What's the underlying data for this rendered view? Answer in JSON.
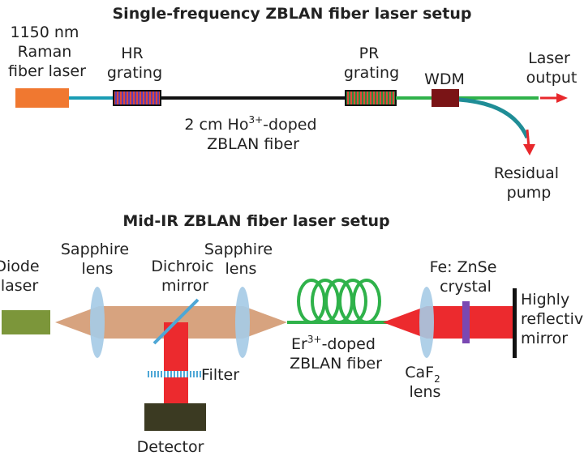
{
  "colors": {
    "text": "#222222",
    "raman_laser": "#f07830",
    "fiber_cyan": "#1a9db4",
    "fiber_black": "#111111",
    "fiber_green": "#2fb24a",
    "grating_blue": "#5a3fb3",
    "grating_green": "#2f8a3a",
    "wdm": "#7a1416",
    "arrow_red": "#e8282c",
    "residual_fiber": "#1f8d96",
    "diode_laser": "#7c963a",
    "pump_beam": "#d7a37f",
    "lens": "#a6cbe6",
    "dichroic": "#4ea7d6",
    "red_beam": "#ec2a2e",
    "detector": "#3b3a22",
    "coil": "#2fb24a",
    "fe_znse": "#7a48b2",
    "mirror": "#111111"
  },
  "top_setup": {
    "title": "Single-frequency ZBLAN fiber laser setup",
    "raman_label": [
      "1150 nm",
      "Raman",
      "fiber laser"
    ],
    "hr_label": [
      "HR",
      "grating"
    ],
    "pr_label": [
      "PR",
      "grating"
    ],
    "wdm_label": "WDM",
    "output_label": [
      "Laser",
      "output"
    ],
    "fiber_label_prefix": "2 cm Ho",
    "fiber_label_sup": "3+",
    "fiber_label_suffix": "-doped",
    "fiber_label_line2": "ZBLAN fiber",
    "residual_label": [
      "Residual",
      "pump"
    ]
  },
  "bottom_setup": {
    "title": "Mid-IR ZBLAN fiber laser setup",
    "diode_label": [
      "Diode",
      "laser"
    ],
    "sapphire1_label": [
      "Sapphire",
      "lens"
    ],
    "dichroic_label": [
      "Dichroic",
      "mirror"
    ],
    "sapphire2_label": [
      "Sapphire",
      "lens"
    ],
    "filter_label": "Filter",
    "detector_label": "Detector",
    "er_prefix": "Er",
    "er_sup": "3+",
    "er_suffix": "-doped",
    "er_line2": "ZBLAN fiber",
    "fe_label": [
      "Fe: ZnSe",
      "crystal"
    ],
    "caf_prefix": "CaF",
    "caf_sub": "2",
    "caf_line2": "lens",
    "mirror_label": [
      "Highly",
      "reflective",
      "mirror"
    ]
  }
}
